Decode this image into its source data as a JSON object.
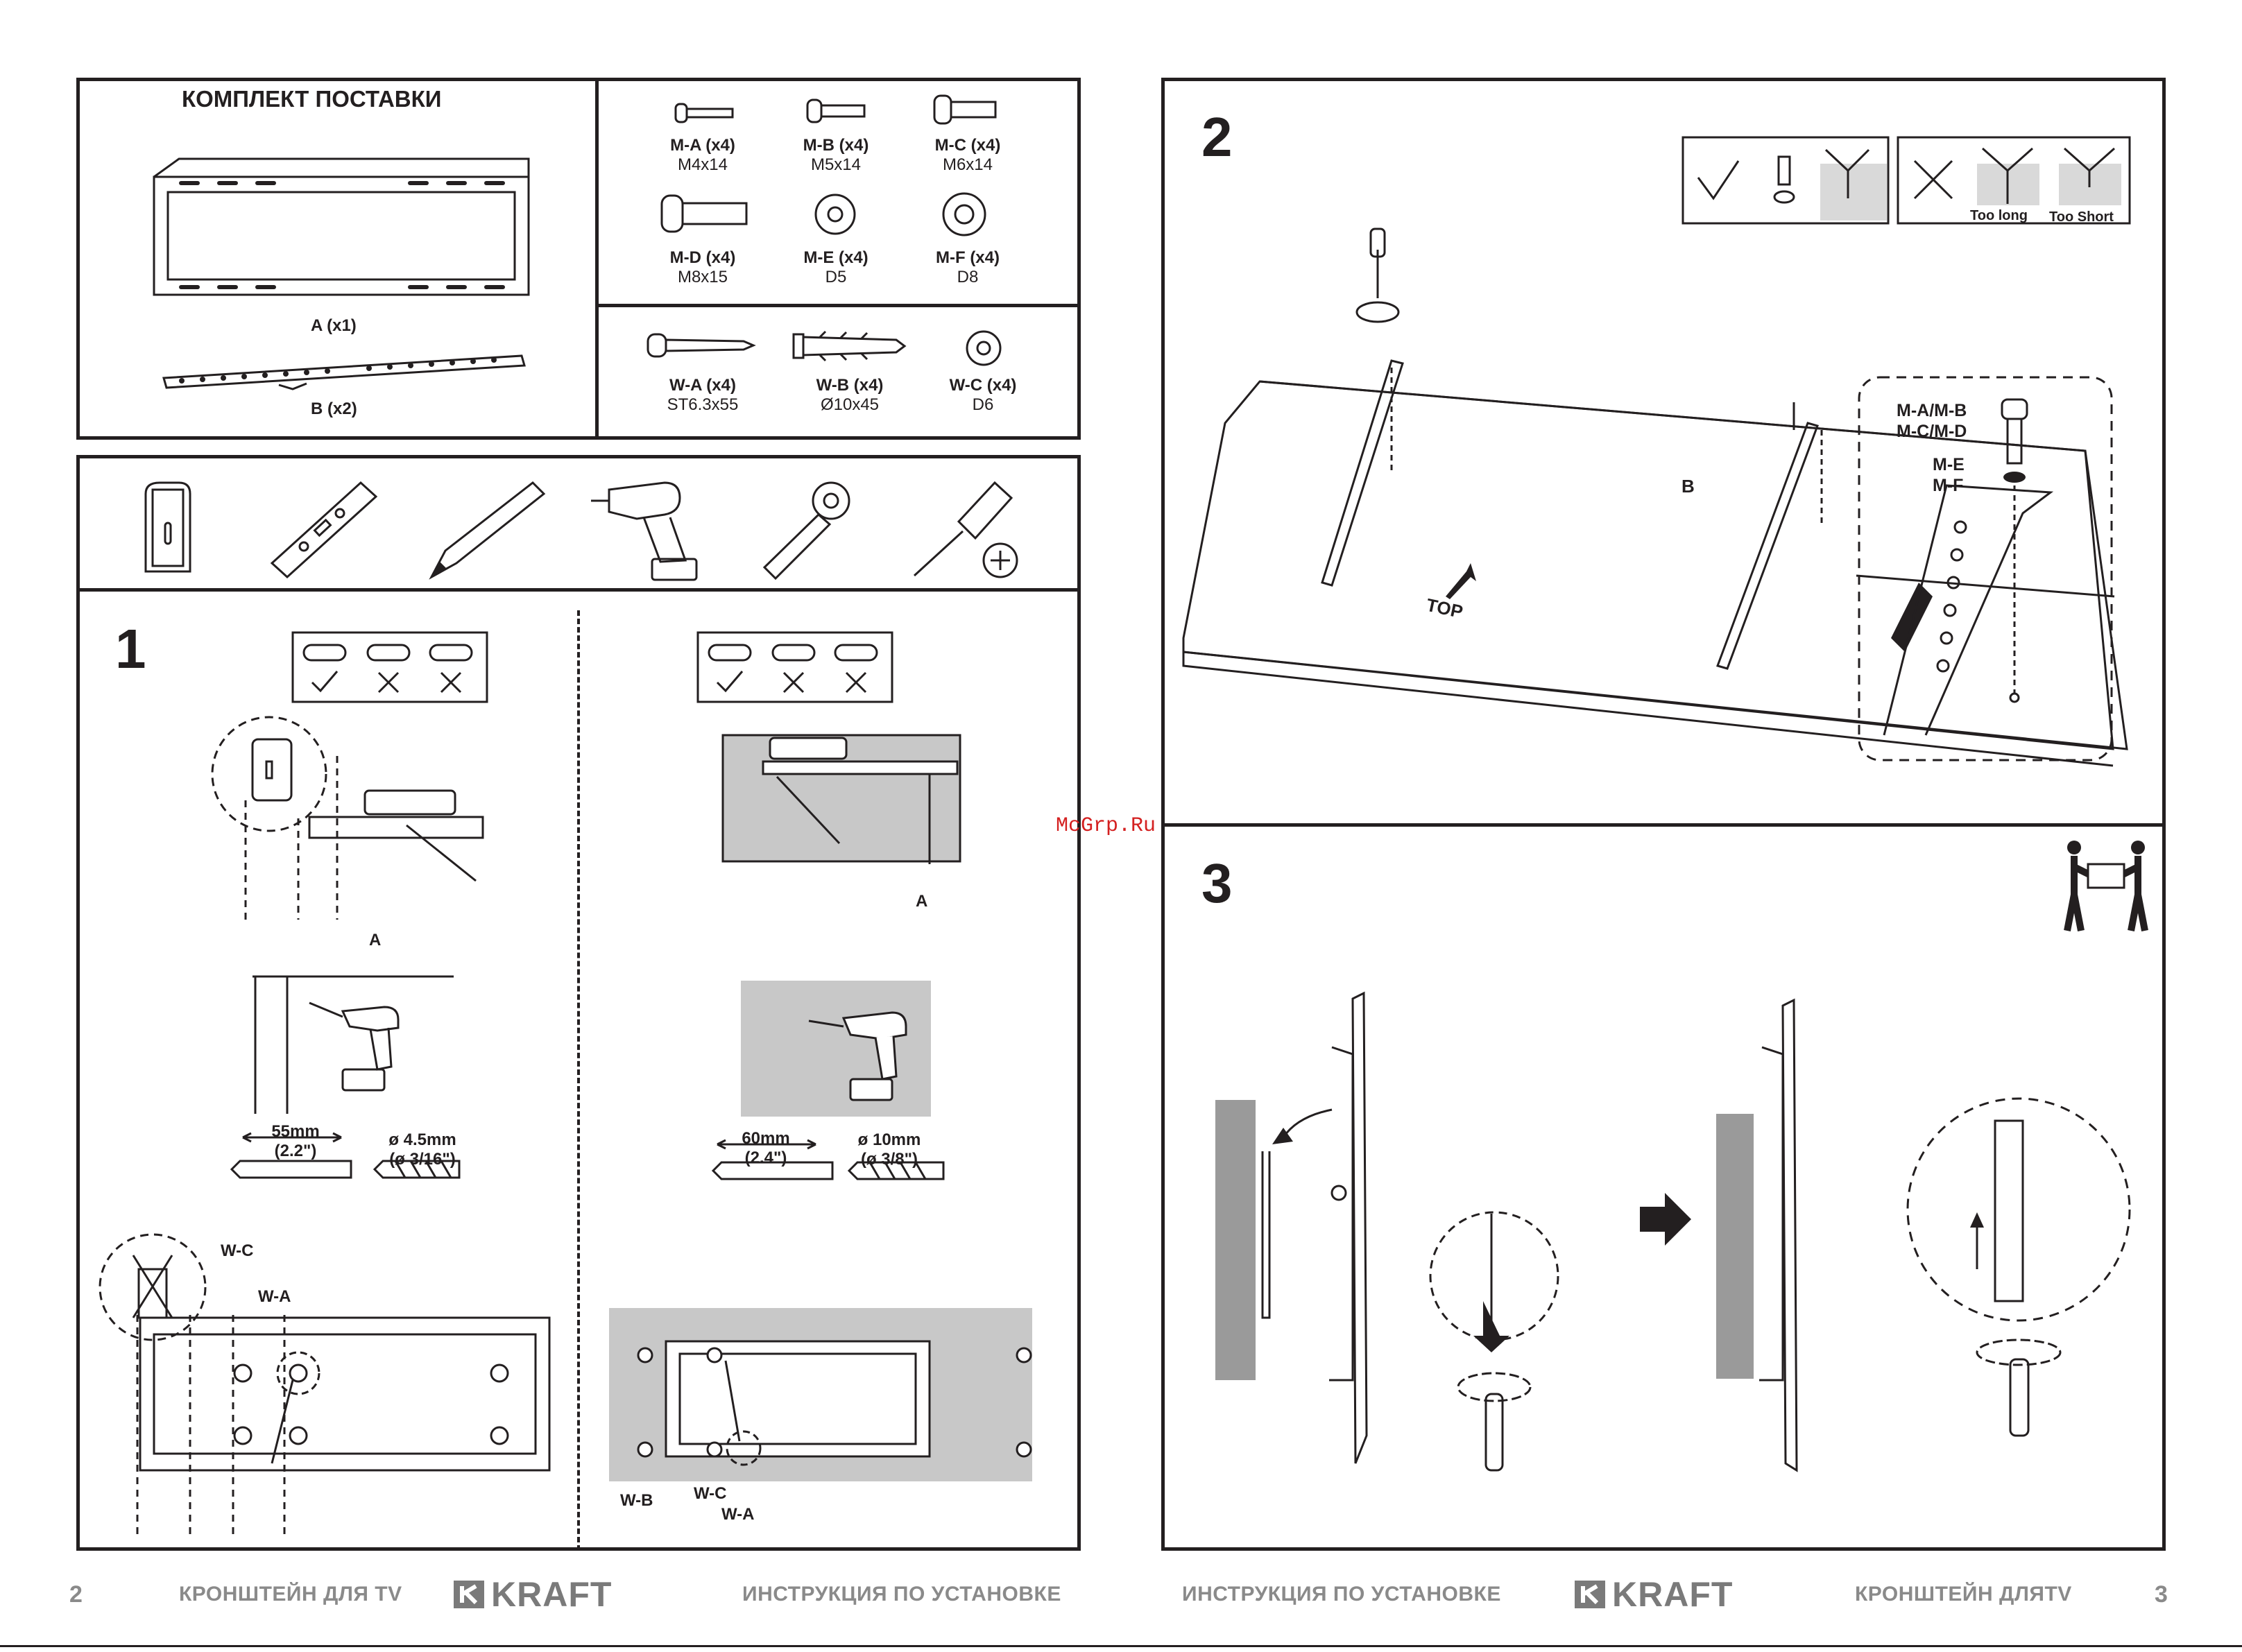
{
  "left_page": {
    "kit_title": "КОМПЛЕКТ ПОСТАВКИ",
    "plate_label": "A (x1)",
    "arm_label": "B (x2)",
    "screws": [
      {
        "name": "M-A (x4)",
        "size": "M4x14"
      },
      {
        "name": "M-B (x4)",
        "size": "M5x14"
      },
      {
        "name": "M-C (x4)",
        "size": "M6x14"
      },
      {
        "name": "M-D (x4)",
        "size": "M8x15"
      },
      {
        "name": "M-E (x4)",
        "size": "D5"
      },
      {
        "name": "M-F (x4)",
        "size": "D8"
      },
      {
        "name": "W-A (x4)",
        "size": "ST6.3x55"
      },
      {
        "name": "W-B (x4)",
        "size": "Ø10x45"
      },
      {
        "name": "W-C (x4)",
        "size": "D6"
      }
    ],
    "tools": [
      "stud-finder-icon",
      "level-icon",
      "pencil-icon",
      "drill-icon",
      "socket-wrench-icon",
      "screwdriver-icon"
    ],
    "step1": {
      "number": "1",
      "wood": {
        "plate_a": "A",
        "dim_mm": "55mm",
        "dim_in": "(2.2\")",
        "bit_mm": "ø 4.5mm",
        "bit_in": "(ø 3/16\")",
        "wc": "W-C",
        "wa": "W-A"
      },
      "concrete": {
        "plate_a": "A",
        "dim_mm": "60mm",
        "dim_in": "(2.4\")",
        "bit_mm": "ø 10mm",
        "bit_in": "(ø 3/8\")",
        "wb": "W-B",
        "wc": "W-C",
        "wa": "W-A"
      }
    },
    "footer": {
      "page": "2",
      "left": "КРОНШТЕЙН ДЛЯ TV",
      "brand": "KRAFT",
      "right": "ИНСТРУКЦИЯ ПО УСТАНОВКЕ"
    }
  },
  "right_page": {
    "step2": {
      "number": "2",
      "too_long": "Too long",
      "too_short": "Too Short",
      "arm_b": "B",
      "top": "TOP",
      "detail_ab": "M-A/M-B",
      "detail_cd": "M-C/M-D",
      "detail_e": "M-E",
      "detail_f": "M-F"
    },
    "step3": {
      "number": "3"
    },
    "footer": {
      "left": "ИНСТРУКЦИЯ ПО УСТАНОВКЕ",
      "brand": "KRAFT",
      "right": "КРОНШТЕЙН ДЛЯTV",
      "page": "3"
    }
  },
  "watermark": "McGrp.Ru",
  "colors": {
    "ink": "#231f20",
    "footer_grey": "#8a8a8a",
    "wall_grey": "#9a9a9a",
    "watermark": "#d42020"
  }
}
